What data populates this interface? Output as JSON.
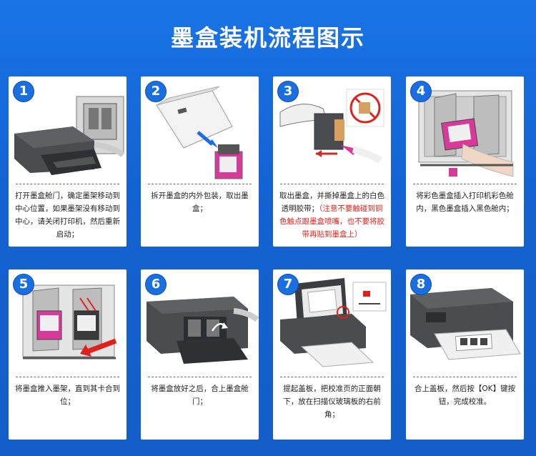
{
  "title": "墨盒装机流程图示",
  "steps": [
    {
      "number": "1",
      "text": "打开墨盒舱门，确定墨架移动到中心位置，如果墨架没有移动到中心，请关闭打印机，然后重新启动；"
    },
    {
      "number": "2",
      "text": "拆开墨盒的内外包装，取出墨盒；"
    },
    {
      "number": "3",
      "text": "取出墨盒，并撕掉墨盒上的白色透明胶带；",
      "warning": "（注意不要触碰到铜色触点跟墨盒喷嘴，也不要将胶带再贴到墨盒上）"
    },
    {
      "number": "4",
      "text": "将彩色墨盒插入打印机彩色舱内，黑色墨盒插入黑色舱内；"
    },
    {
      "number": "5",
      "text": "将墨盒推入墨架，直到其卡合到位；"
    },
    {
      "number": "6",
      "text": "将墨盒放好之后，合上墨盒舱门；"
    },
    {
      "number": "7",
      "text": "提起盖板，把校准页的正面朝下，放在扫描仪玻璃板的右前角；"
    },
    {
      "number": "8",
      "text": "合上盖板，然后按【OK】键按钮，完成校准。"
    }
  ],
  "colors": {
    "background": "#1667d8",
    "badge": "#1a6fe0",
    "warning": "#e0201c",
    "magenta_cartridge": "#d83a9a",
    "printer_body": "#4a4c50"
  },
  "icons": [
    "printer-open-lid",
    "cartridge-unpack",
    "tape-remove",
    "cartridge-insert-color",
    "cartridge-push",
    "printer-close-door",
    "scanner-lid-open",
    "printer-ok-button"
  ]
}
